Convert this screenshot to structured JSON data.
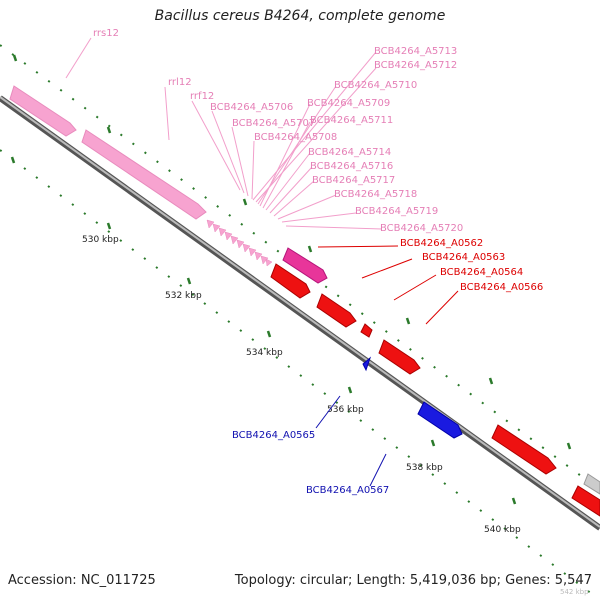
{
  "header": {
    "title": "Bacillus cereus B4264, complete genome"
  },
  "footer": {
    "accession": "Accession: NC_011725",
    "summary": "Topology: circular; Length: 5,419,036 bp; Genes: 5,547"
  },
  "scale_labels": [
    "530 kbp",
    "532 kbp",
    "534 kbp",
    "536 kbp",
    "538 kbp",
    "540 kbp",
    "542 kbp"
  ],
  "gene_labels": {
    "rna": [
      "rrs12",
      "rrl12",
      "rrf12",
      "BCB4264_A5706",
      "BCB4264_A5707",
      "BCB4264_A5708",
      "BCB4264_A5709",
      "BCB4264_A5710",
      "BCB4264_A5711",
      "BCB4264_A5712",
      "BCB4264_A5713",
      "BCB4264_A5714",
      "BCB4264_A5716",
      "BCB4264_A5717",
      "BCB4264_A5718",
      "BCB4264_A5719",
      "BCB4264_A5720"
    ],
    "forward": [
      "BCB4264_A0562",
      "BCB4264_A0563",
      "BCB4264_A0564",
      "BCB4264_A0566"
    ],
    "reverse": [
      "BCB4264_A0565",
      "BCB4264_A0567"
    ]
  },
  "colors": {
    "rna_feature": "#f7a3d0",
    "rna_label": "#e57fb6",
    "magenta_feature": "#e8359a",
    "forward_feature": "#ee1111",
    "forward_label": "#dd0000",
    "reverse_feature": "#1a1ae0",
    "reverse_label": "#1010b0",
    "grey_feature": "#cccccc",
    "backbone": "#888888",
    "dots": "#2b7a2b"
  }
}
